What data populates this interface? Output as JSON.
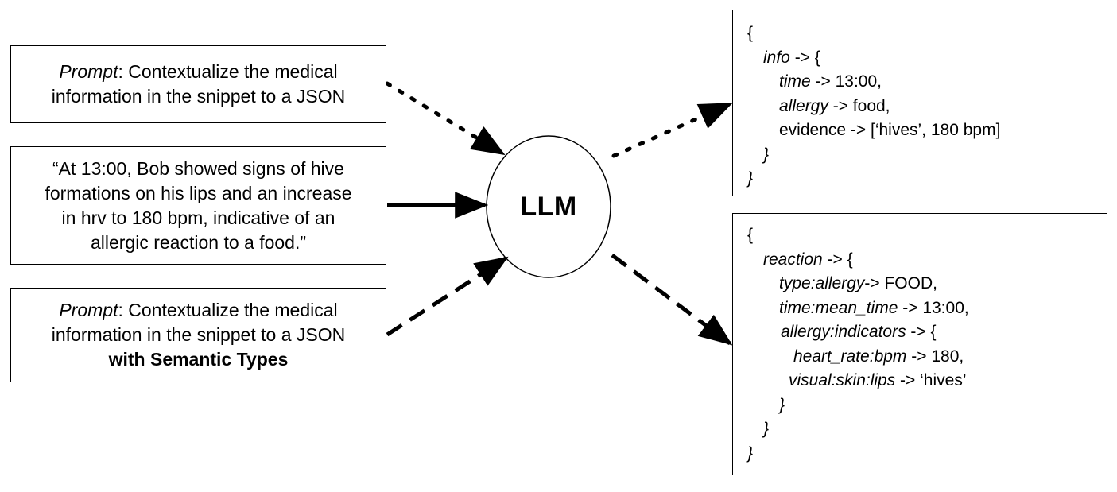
{
  "center": {
    "label": "LLM"
  },
  "inputs": {
    "prompt_plain": {
      "l1_em": "Prompt",
      "l1_rest": ": Contextualize the medical",
      "l2": "information in the snippet to a JSON"
    },
    "snippet": {
      "l1": "“At 13:00, Bob showed signs of hive",
      "l2": "formations on his lips and an increase",
      "l3": "in hrv to 180 bpm, indicative of an",
      "l4": "allergic reaction to a food.”"
    },
    "prompt_semantic": {
      "l1_em": "Prompt",
      "l1_rest": ": Contextualize the medical",
      "l2": "information in the snippet to a JSON",
      "l3_bold": "with Semantic Types"
    }
  },
  "outputs": {
    "plain_json": [
      {
        "indent": 0,
        "key": "",
        "rest": "{"
      },
      {
        "indent": 1,
        "key": "info",
        "rest": " -> {"
      },
      {
        "indent": 2,
        "key": "time",
        "rest": " -> 13:00,"
      },
      {
        "indent": 2,
        "key": "allergy",
        "rest": " -> food,"
      },
      {
        "indent": 2,
        "key": "",
        "rest": "evidence -> [‘hives’, 180 bpm]"
      },
      {
        "indent": 1,
        "key": "}",
        "rest": ""
      },
      {
        "indent": 0,
        "key": "}",
        "rest": ""
      }
    ],
    "semantic_json": [
      {
        "indent": 0,
        "key": "",
        "rest": "{"
      },
      {
        "indent": 1,
        "key": "reaction",
        "rest": " -> {"
      },
      {
        "indent": 2,
        "key": "type:allergy",
        "rest": "-> FOOD,"
      },
      {
        "indent": 2,
        "key": "time:mean_time",
        "rest": " -> 13:00,"
      },
      {
        "indent": 2.1,
        "key": "allergy:indicators",
        "rest": " -> {"
      },
      {
        "indent": 2.9,
        "key": "heart_rate:bpm",
        "rest": " -> 180,"
      },
      {
        "indent": 2.6,
        "key": "visual:skin:lips",
        "rest": " -> ‘hives’"
      },
      {
        "indent": 2,
        "key": "}",
        "rest": ""
      },
      {
        "indent": 1,
        "key": "}",
        "rest": ""
      },
      {
        "indent": 0,
        "key": "}",
        "rest": ""
      }
    ]
  },
  "edges": {
    "prompt_plain_to_llm": "dotted",
    "snippet_to_llm": "solid",
    "prompt_semantic_to_llm": "dashed",
    "llm_to_plain_json": "dotted",
    "llm_to_semantic_json": "dashed"
  }
}
